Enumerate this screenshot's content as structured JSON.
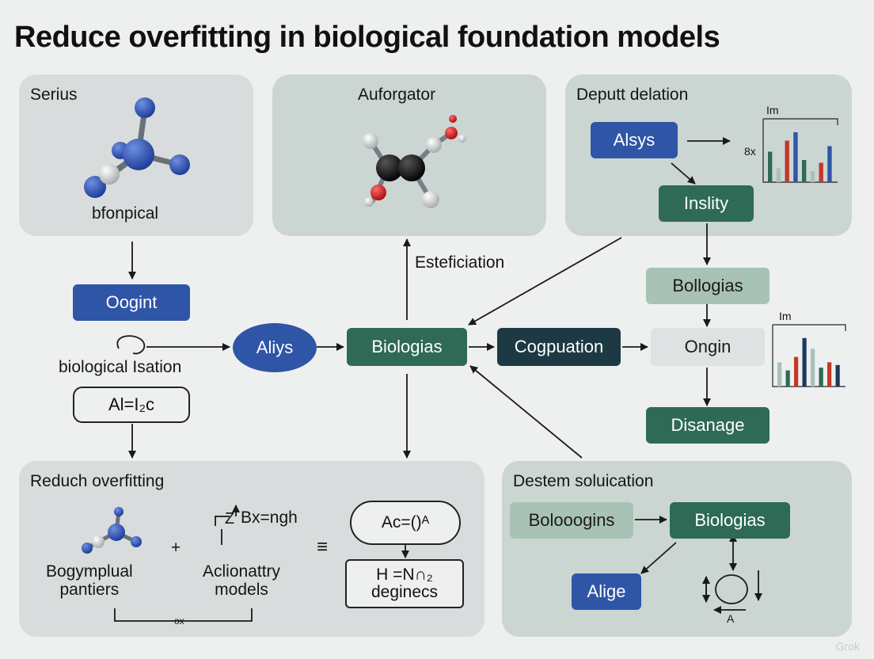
{
  "title": "Reduce overfitting in biological foundation models",
  "panels": {
    "serius": {
      "title": "Serius",
      "caption": "bfonpical"
    },
    "aufor": {
      "title": "Auforgator"
    },
    "deput": {
      "title": "Deputt delation",
      "node_alsys": "Alsys",
      "node_inslity": "Inslity",
      "chart_label": "Im",
      "chart_side": "8x"
    },
    "reduch": {
      "title": "Reduch overfitting",
      "mol_label": "Bogymplual\npantiers",
      "plus": "+",
      "formula": "Bx=ngh",
      "formula_z": "Z",
      "formula_model": "Aclionattry\nmodels",
      "equiv": "≡",
      "box_top": "Ac=()ᴬ",
      "box_bottom": "H =N∩₂\ndeginecs",
      "bracket": "ox"
    },
    "destem": {
      "title": "Destem soluication",
      "node_bolo": "Bolooogins",
      "node_bio": "Biologias",
      "node_alige": "Alige",
      "cycle_label": "A"
    }
  },
  "nodes": {
    "oogint": "Oogint",
    "bio_isation": "biological Isation",
    "al_formula": "Al=I₂c",
    "aliys": "Aliys",
    "biologias": "Biologias",
    "cogpuation": "Cogpuation",
    "esteficiation": "Esteficiation",
    "bollogias": "Bollogias",
    "ongin": "Ongin",
    "disanage": "Disanage",
    "chart2_label": "Im"
  },
  "chart_data": [
    {
      "type": "bar",
      "title": "Im",
      "ylabel": "8x",
      "colors": [
        "#2e6a55",
        "#a8c2b6",
        "#c0392b",
        "#2f55a6"
      ],
      "values": [
        0.55,
        0.25,
        0.75,
        0.9,
        0.4,
        0.2,
        0.35,
        0.65
      ]
    },
    {
      "type": "bar",
      "title": "Im",
      "colors": [
        "#a8c2b6",
        "#2e6a55",
        "#c0392b",
        "#1d3a5c"
      ],
      "values": [
        0.45,
        0.3,
        0.55,
        0.9,
        0.7,
        0.35,
        0.45,
        0.4
      ]
    }
  ],
  "watermark": "Grok"
}
